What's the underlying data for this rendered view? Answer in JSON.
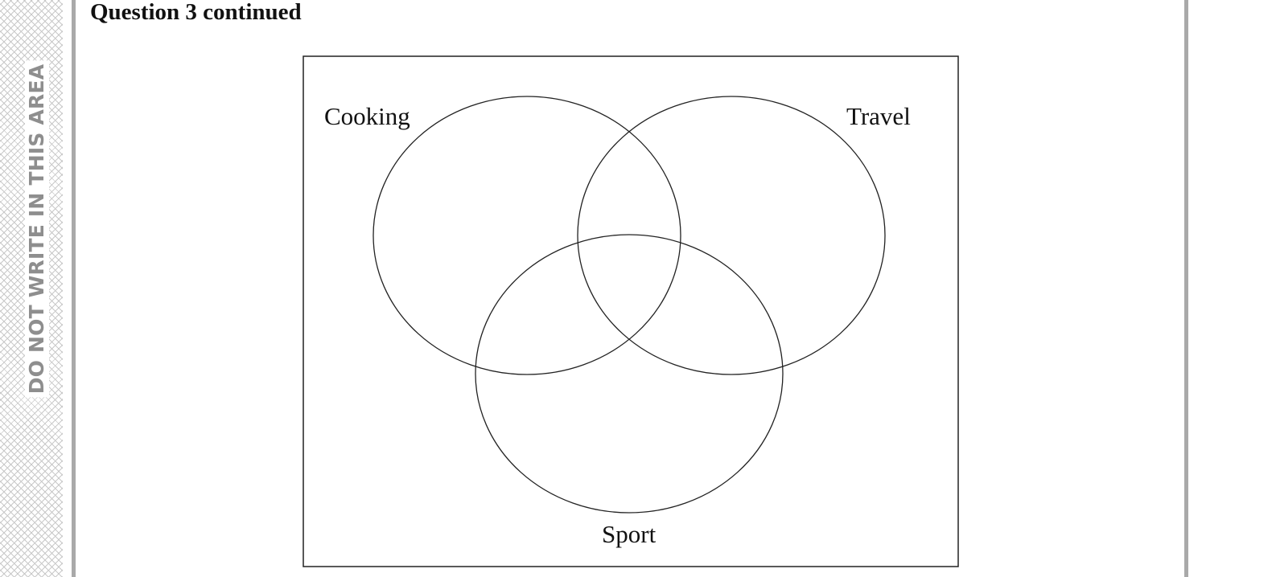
{
  "margin": {
    "warning_text": "DO NOT WRITE IN THIS AREA"
  },
  "page": {
    "heading": "Question 3 continued"
  },
  "venn": {
    "sets": [
      {
        "label": "Cooking"
      },
      {
        "label": "Travel"
      },
      {
        "label": "Sport"
      }
    ]
  }
}
